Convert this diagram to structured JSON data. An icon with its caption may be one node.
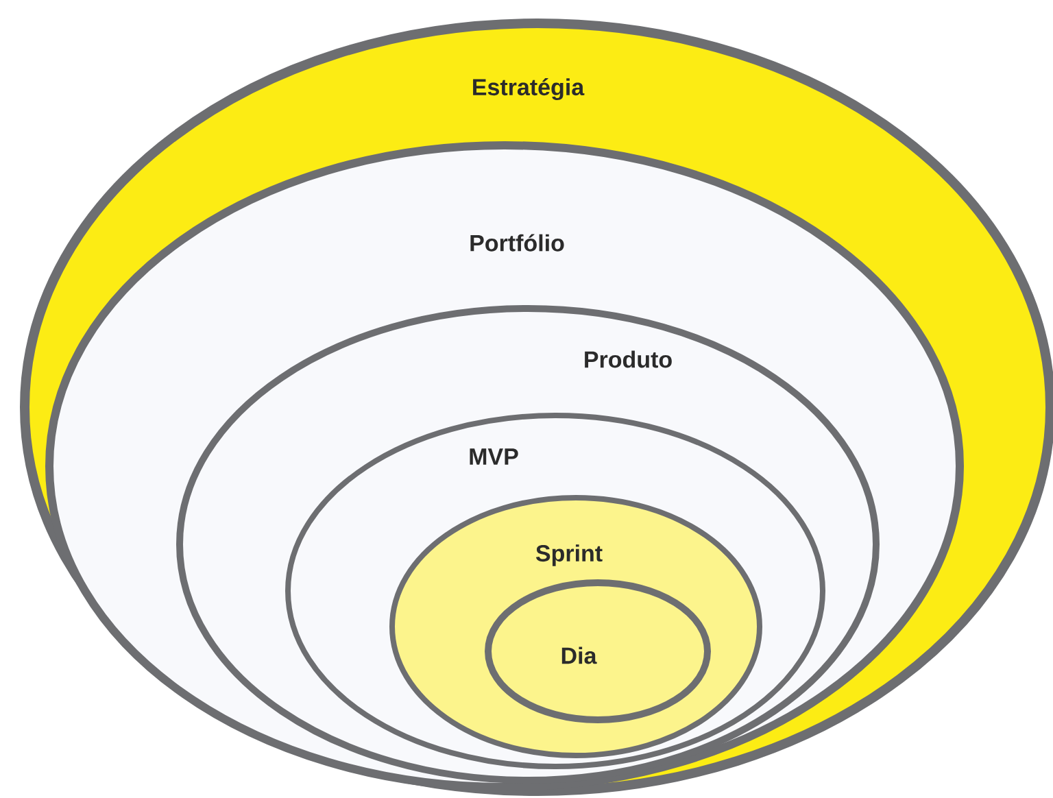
{
  "diagram": {
    "nodes": [
      {
        "text": [
          "Estratégia"
        ]
      },
      {
        "text": [
          "Portfólio"
        ],
        "in": 0
      },
      {
        "text": [
          "Produto"
        ],
        "in": 1
      },
      {
        "text": [
          "MVP"
        ],
        "in": 2
      },
      {
        "text": [
          "Sprint"
        ],
        "in": 3
      },
      {
        "text": [
          "Dia"
        ],
        "in": 4
      }
    ]
  }
}
